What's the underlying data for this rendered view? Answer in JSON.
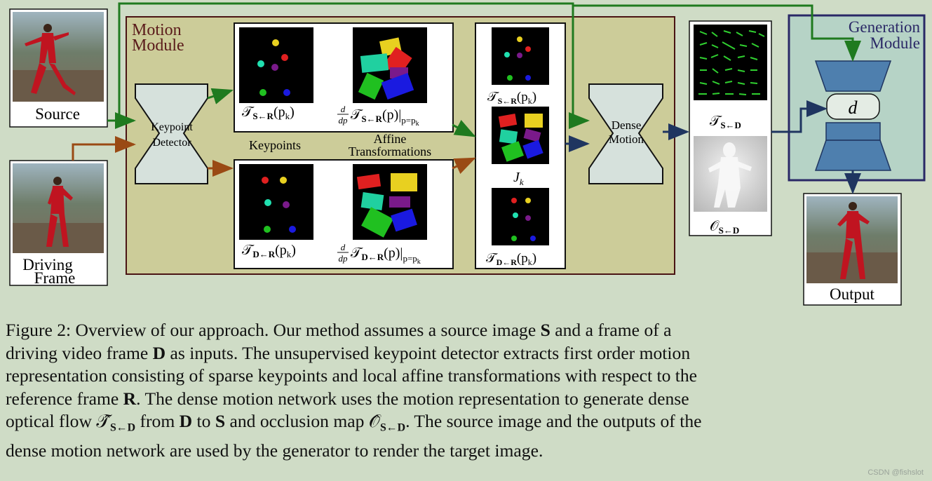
{
  "labels": {
    "source": "Source",
    "driving_1": "Driving",
    "driving_2": "Frame",
    "motion_1": "Motion",
    "motion_2": "Module",
    "kp_det_1": "Keypoint",
    "kp_det_2": "Detector",
    "keypoints": "Keypoints",
    "affine_1": "Affine",
    "affine_2": "Transformations",
    "dense_1": "Dense",
    "dense_2": "Motion",
    "gen_1": "Generation",
    "gen_2": "Module",
    "d": "d",
    "output": "Output",
    "jk": "J"
  },
  "math": {
    "T": "𝒯",
    "O": "𝒪",
    "sr": "S←R",
    "dr": "D←R",
    "sd": "S←D",
    "pk": "(p",
    "k": "k",
    "close": ")",
    "deriv_num": "d",
    "deriv_den": "dp",
    "p_arg": "(p)|",
    "p_eq": "p=p"
  },
  "caption": {
    "l1a": "Figure 2: Overview of our approach. Our method assumes a source image ",
    "S": "S",
    "l1b": " and a frame of a",
    "l2a": "driving video frame ",
    "D": "D",
    "l2b": " as inputs. The unsupervised keypoint detector extracts first order motion",
    "l3": "representation consisting of sparse keypoints and local affine transformations with respect to the",
    "l4a": "reference frame ",
    "R": "R",
    "l4b": ". The dense motion network uses the motion representation to generate dense",
    "l5a": "optical flow ",
    "T": "𝒯̂",
    "sd": "S←D",
    "l5b": " from ",
    "l5c": " to ",
    "l5d": " and occlusion map ",
    "O": "𝒪̂",
    "l5e": ". The source image and the outputs of the",
    "l6": "dense motion network are used by the generator to render the target image."
  },
  "watermark": "CSDN @fishslot",
  "colors": {
    "background": "#cfdcc6",
    "motion_module": "#cccc99",
    "motion_border": "#4a1414",
    "generation_module": "#b6d3c6",
    "generation_border": "#2a2866",
    "green_arrow": "#1f7a1f",
    "brown_arrow": "#9a4a14",
    "navy_arrow": "#1f3560",
    "trapezoid": "#4e7fae"
  }
}
